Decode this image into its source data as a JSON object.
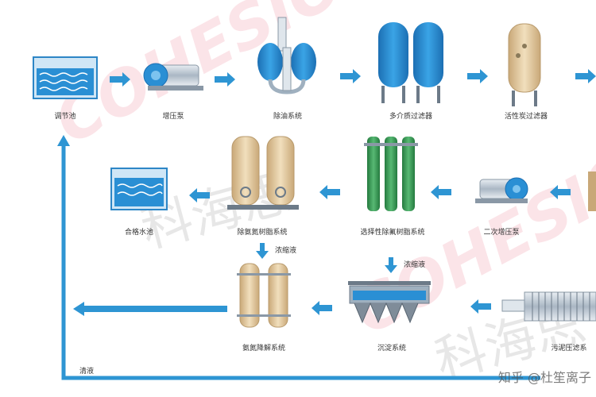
{
  "colors": {
    "arrow": "#2e95d3",
    "tank_blue": "#2a8fd4",
    "tank_tan": "#e8d2a8",
    "resin_green": "#3aa05a",
    "watermark": "#e85a6e"
  },
  "nodes": {
    "tiaojiechi": "调节池",
    "zengyabeng": "增压泵",
    "chuyou": "除油系统",
    "duojiezhi": "多介质过滤器",
    "huoxingtan": "活性炭过滤器",
    "hegeshuichi": "合格水池",
    "chuandan": "除氨氮树脂系统",
    "xuanzexing": "选择性除氟树脂系统",
    "erci": "二次增压泵",
    "andan_jiangjie": "氨氮降解系统",
    "chendian": "沉淀系统",
    "wuni": "污泥压滤系"
  },
  "annotations": {
    "nongsuoye_1": "浓缩液",
    "nongsuoye_2": "浓缩液",
    "qingye": "清液"
  },
  "watermark": {
    "brand": "COHESION",
    "cn": "科海思"
  },
  "credit": "知乎 @杜笙离子"
}
